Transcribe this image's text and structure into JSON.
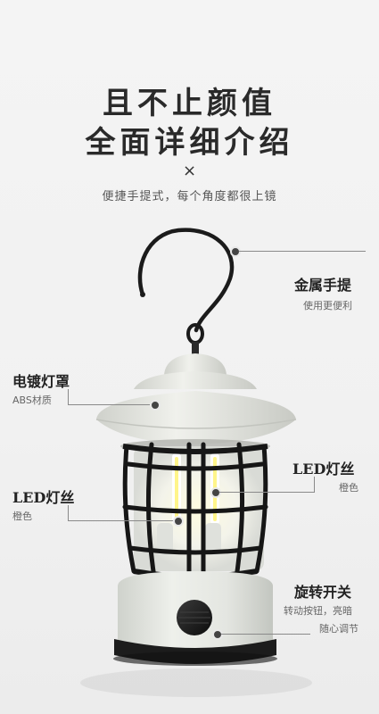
{
  "header": {
    "title_line1": "且不止颜值",
    "title_line2": "全面详细介绍",
    "separator": "×",
    "subtitle": "便捷手提式，每个角度都很上镜"
  },
  "callouts": {
    "handle": {
      "label": "金属手提",
      "desc": "使用更便利"
    },
    "shade": {
      "label": "电镀灯罩",
      "desc": "ABS材质"
    },
    "filament_right": {
      "label": "LED灯丝",
      "desc": "橙色"
    },
    "filament_left": {
      "label": "LED灯丝",
      "desc": "橙色"
    },
    "switch": {
      "label": "旋转开关",
      "desc_line1": "转动按钮，亮暗",
      "desc_line2": "随心调节"
    }
  },
  "colors": {
    "lantern_body": "#e6e8e3",
    "cage": "#1a1a1a",
    "bulb_glow": "#fff7a8",
    "knob": "#151515"
  }
}
